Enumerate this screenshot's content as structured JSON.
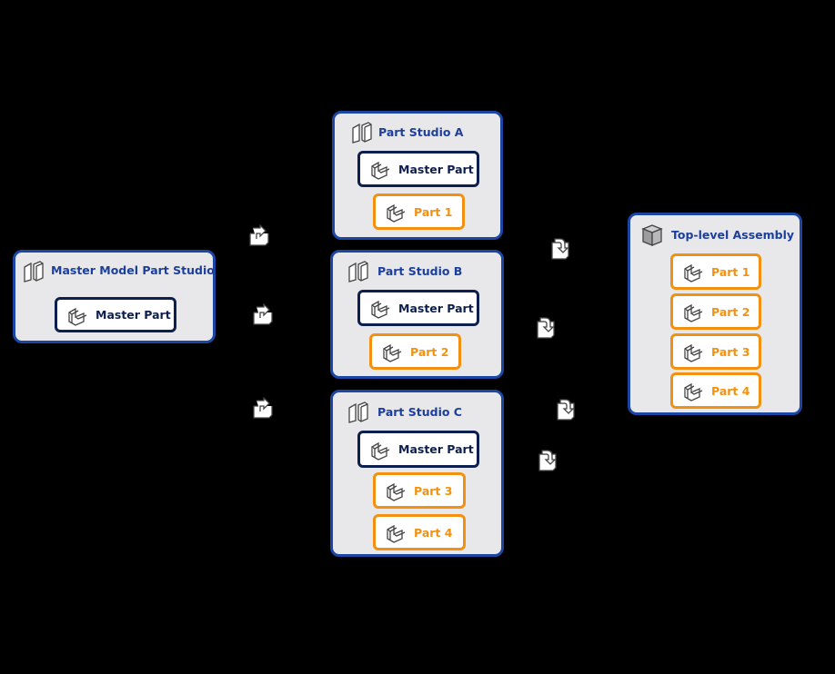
{
  "master_studio": {
    "title": "Master Model Part Studio",
    "master_label": "Master Part"
  },
  "studio_a": {
    "title": "Part Studio A",
    "master_label": "Master Part",
    "parts": [
      "Part 1"
    ]
  },
  "studio_b": {
    "title": "Part Studio B",
    "master_label": "Master Part",
    "parts": [
      "Part 2"
    ]
  },
  "studio_c": {
    "title": "Part Studio C",
    "master_label": "Master Part",
    "parts": [
      "Part 3",
      "Part 4"
    ]
  },
  "assembly": {
    "title": "Top-level Assembly",
    "parts": [
      "Part 1",
      "Part 2",
      "Part 3",
      "Part 4"
    ]
  },
  "colors": {
    "panel_border": "#1c46a3",
    "title_text": "#1c3f9e",
    "master_border": "#0d1f4e",
    "part_accent": "#f29111",
    "panel_fill": "#e8e8ea",
    "background": "#000000"
  },
  "icons": {
    "studio": "part-studio-icon",
    "part": "part-icon",
    "assembly": "assembly-icon",
    "derive": "derive-icon",
    "insert": "insert-icon"
  }
}
